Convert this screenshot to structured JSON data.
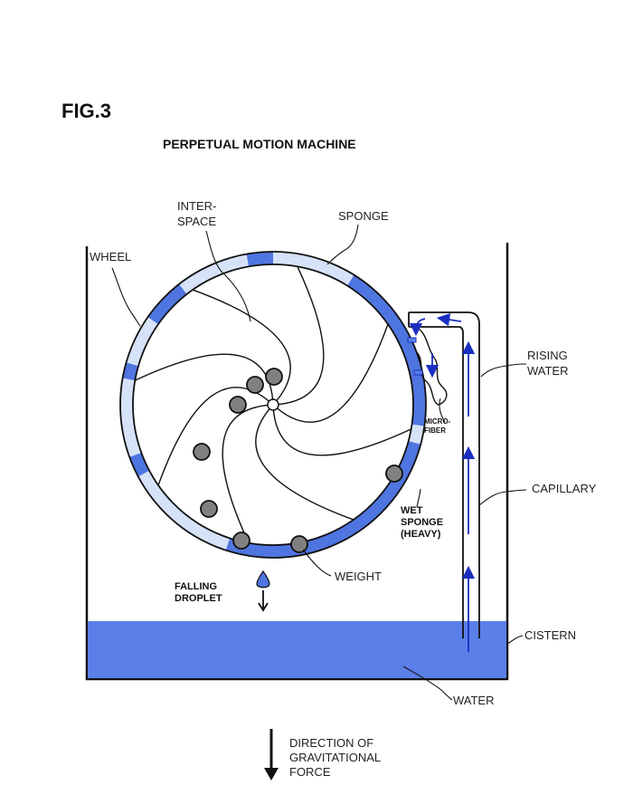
{
  "figure": {
    "label": "FIG.3",
    "title": "PERPETUAL MOTION MACHINE"
  },
  "labels": {
    "wheel": "WHEEL",
    "inter_space": [
      "INTER-",
      "SPACE"
    ],
    "sponge": "SPONGE",
    "rising_water": [
      "RISING",
      "WATER"
    ],
    "micro_fiber": [
      "MICRO-",
      "FIBER"
    ],
    "capillary": "CAPILLARY",
    "wet_sponge": [
      "WET",
      "SPONGE",
      "(HEAVY)"
    ],
    "weight": "WEIGHT",
    "falling_droplet": [
      "FALLING",
      "DROPLET"
    ],
    "cistern": "CISTERN",
    "water": "WATER",
    "gravity": [
      "DIRECTION OF",
      "GRAVITATIONAL",
      "FORCE"
    ]
  },
  "colors": {
    "water": "#5b7fe8",
    "wet_sponge": "#4f75e0",
    "dry_sponge": "#d6e2f7",
    "weight": "#808080",
    "arrow": "#1a2fc0",
    "line": "#111111"
  }
}
